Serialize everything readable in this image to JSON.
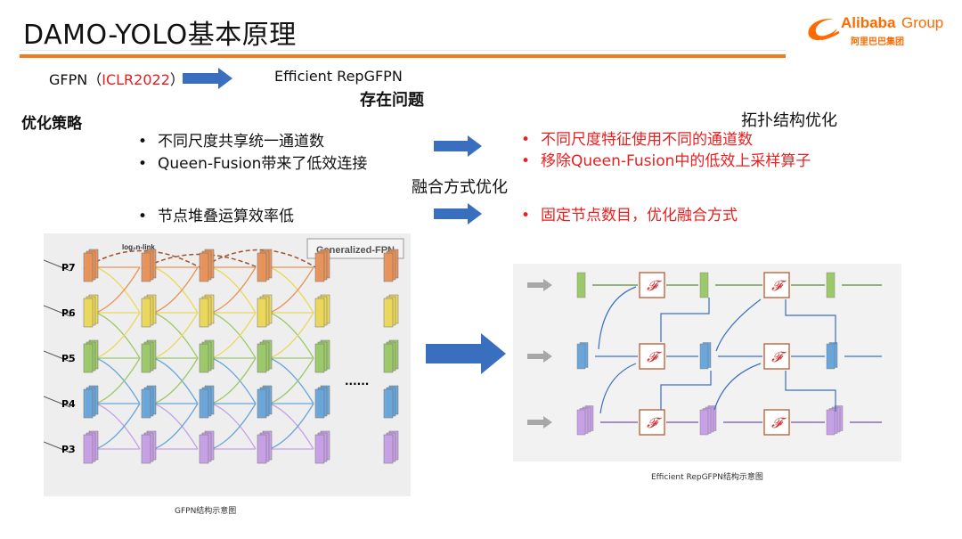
{
  "header": {
    "title": "DAMO-YOLO基本原理",
    "logo_brand": "Alibaba",
    "logo_group": "Group",
    "logo_cn": "阿里巴巴集团"
  },
  "lineage": {
    "gfpn": "GFPN",
    "paren_open": "（",
    "venue": "ICLR2022",
    "paren_close": "）",
    "target": "Efficient  RepGFPN"
  },
  "section": {
    "problems_header": "存在问题",
    "strategy_header": "优化策略",
    "topology_header": "拓扑结构优化",
    "fusion_header": "融合方式优化"
  },
  "problems": [
    "不同尺度共享统一通道数",
    "Queen-Fusion带来了低效连接",
    "节点堆叠运算效率低"
  ],
  "solutions": [
    "不同尺度特征使用不同的通道数",
    "移除Queen-Fusion中的低效上采样算子",
    "固定节点数目，优化融合方式"
  ],
  "left_figure": {
    "caption": "GFPN结构示意图",
    "legend": "Generalized-FPN",
    "link_label": "log₂n-link",
    "levels": [
      "P7",
      "P6",
      "P5",
      "P4",
      "P3"
    ],
    "ellipsis": "......"
  },
  "right_figure": {
    "caption": "Efficient  RepGFPN结构示意图",
    "node_symbol": "𝓕"
  },
  "colors": {
    "accent": "#f07a1e",
    "arrow_blue": "#3a6fc0",
    "red": "#e82020",
    "p7": "#e8935a",
    "p6": "#ebd85a",
    "p5": "#9cc96a",
    "p4": "#6aa6d9",
    "p3": "#c7a0e6"
  }
}
